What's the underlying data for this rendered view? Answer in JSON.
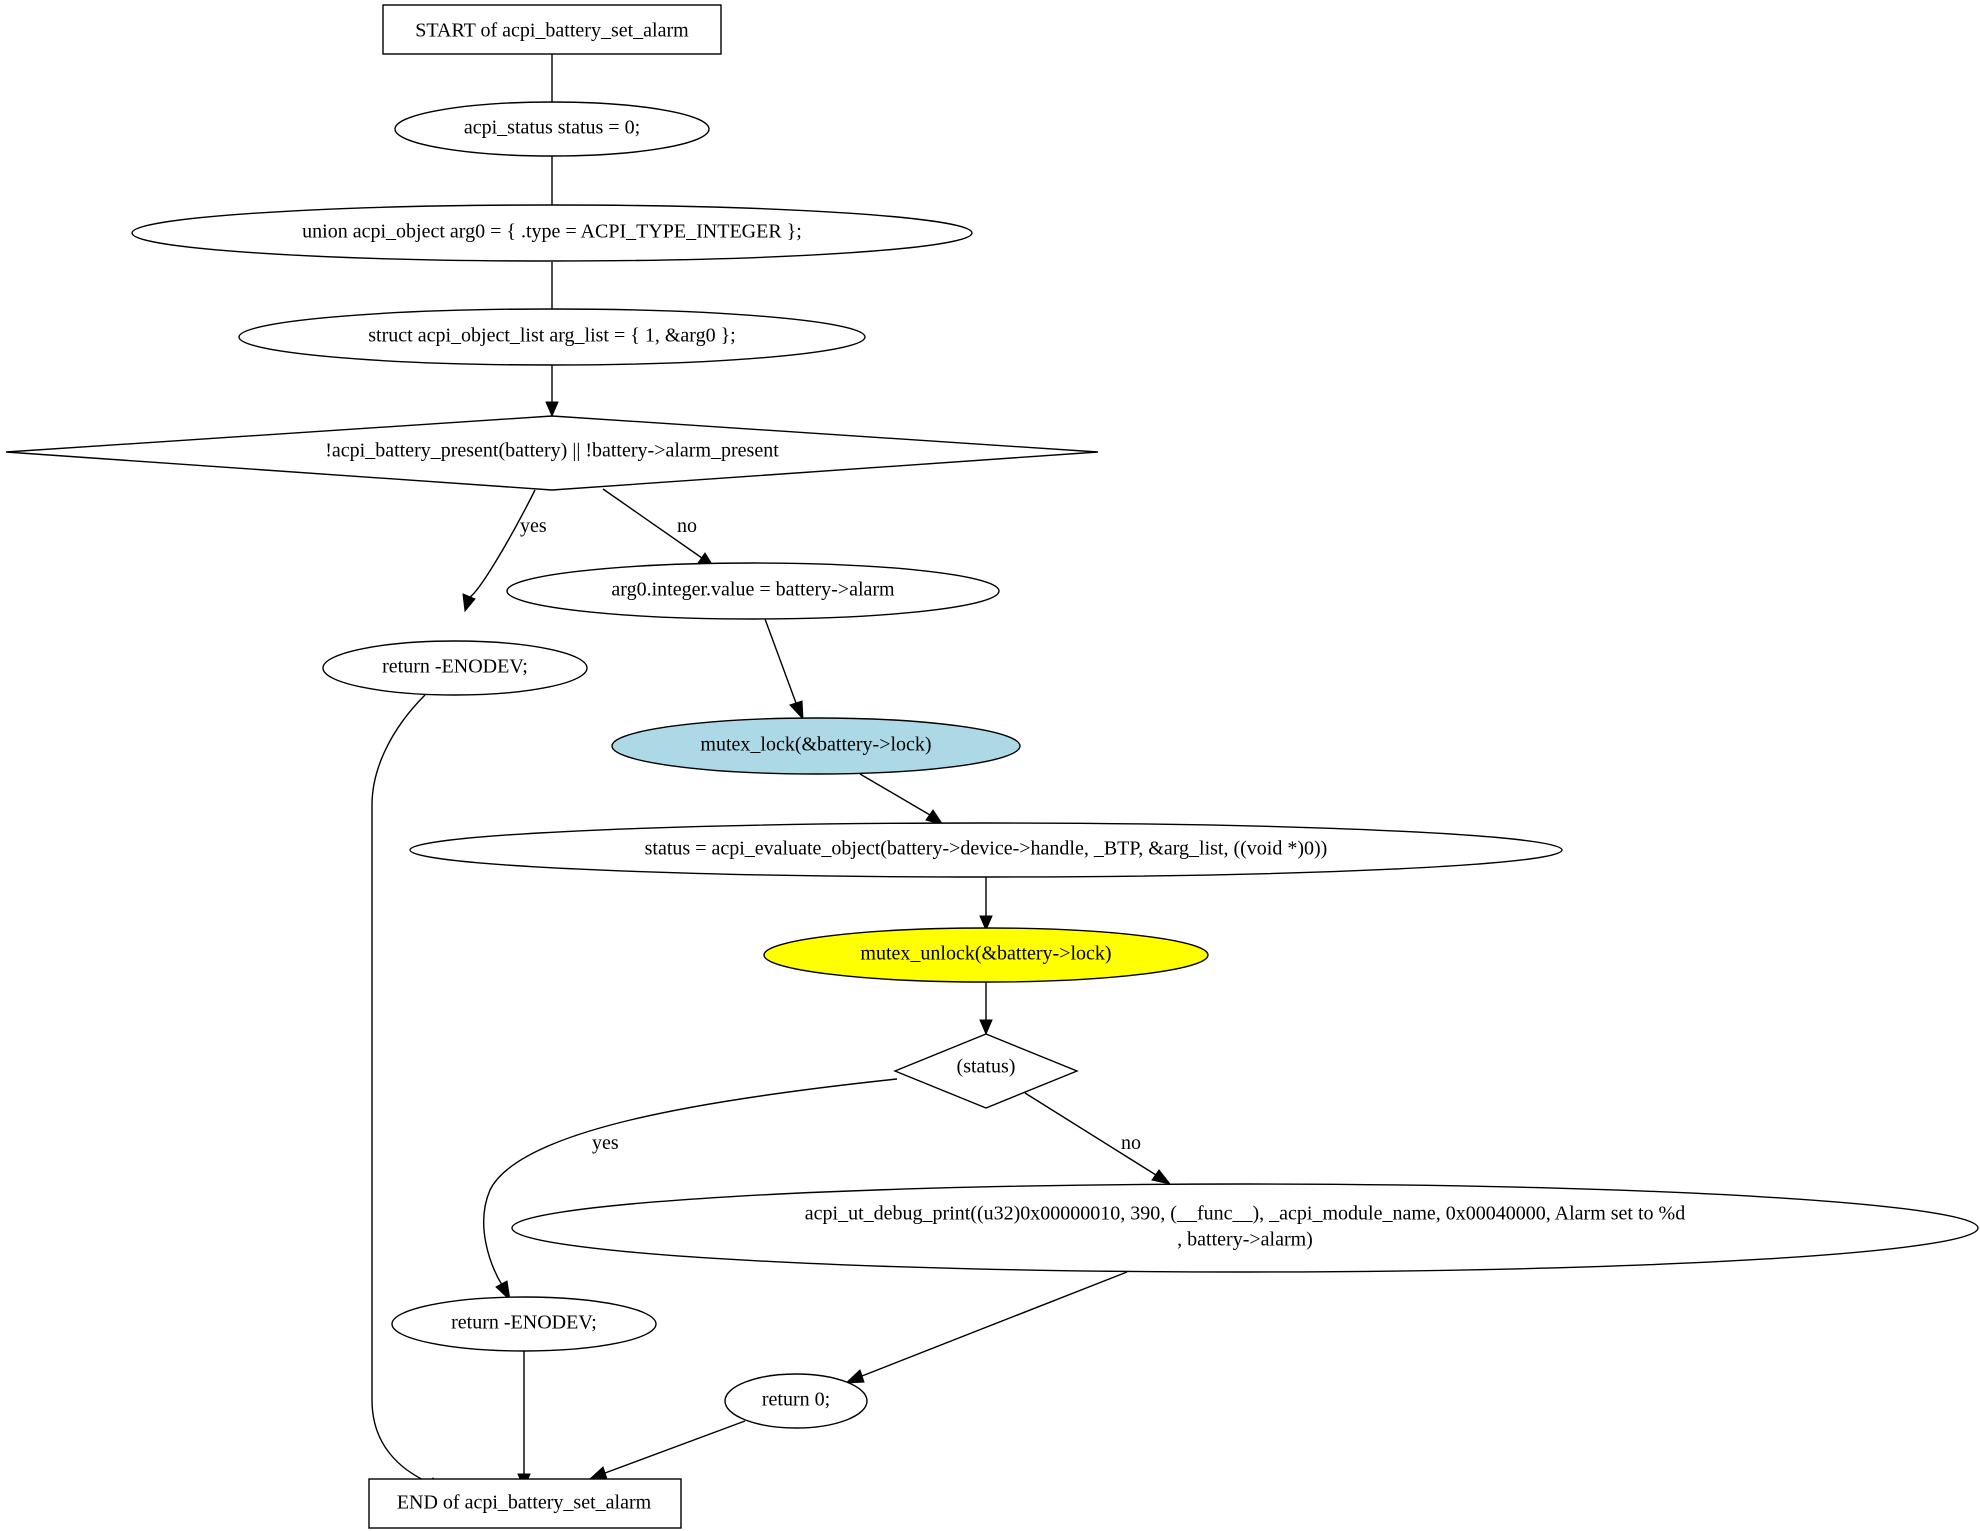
{
  "diagram": {
    "nodes": {
      "start": {
        "label": "START of acpi_battery_set_alarm",
        "shape": "box",
        "fill": "#ffffff"
      },
      "decl_status": {
        "label": "acpi_status status = 0;",
        "shape": "ellipse",
        "fill": "#ffffff"
      },
      "decl_arg0": {
        "label": "union acpi_object arg0 = { .type = ACPI_TYPE_INTEGER };",
        "shape": "ellipse",
        "fill": "#ffffff"
      },
      "decl_arglist": {
        "label": "struct acpi_object_list arg_list = { 1, &arg0 };",
        "shape": "ellipse",
        "fill": "#ffffff"
      },
      "cond_present": {
        "label": "!acpi_battery_present(battery) || !battery->alarm_present",
        "shape": "diamond",
        "fill": "#ffffff"
      },
      "set_value": {
        "label": "arg0.integer.value = battery->alarm",
        "shape": "ellipse",
        "fill": "#ffffff"
      },
      "ret_enodev_1": {
        "label": "return -ENODEV;",
        "shape": "ellipse",
        "fill": "#ffffff"
      },
      "mutex_lock": {
        "label": "mutex_lock(&battery->lock)",
        "shape": "ellipse",
        "fill": "#add8e6"
      },
      "evaluate": {
        "label": "status = acpi_evaluate_object(battery->device->handle, _BTP, &arg_list, ((void *)0))",
        "shape": "ellipse",
        "fill": "#ffffff"
      },
      "mutex_unlock": {
        "label": "mutex_unlock(&battery->lock)",
        "shape": "ellipse",
        "fill": "#ffff00"
      },
      "cond_status": {
        "label": "(status)",
        "shape": "diamond",
        "fill": "#ffffff"
      },
      "debug_print": {
        "label_line1": "acpi_ut_debug_print((u32)0x00000010, 390, (__func__), _acpi_module_name, 0x00040000, Alarm set to %d",
        "label_line2": ", battery->alarm)",
        "shape": "ellipse",
        "fill": "#ffffff"
      },
      "ret_enodev_2": {
        "label": "return -ENODEV;",
        "shape": "ellipse",
        "fill": "#ffffff"
      },
      "ret_zero": {
        "label": "return 0;",
        "shape": "ellipse",
        "fill": "#ffffff"
      },
      "end": {
        "label": "END of acpi_battery_set_alarm",
        "shape": "box",
        "fill": "#ffffff"
      }
    },
    "edges": {
      "present_yes": "yes",
      "present_no": "no",
      "status_yes": "yes",
      "status_no": "no"
    }
  }
}
